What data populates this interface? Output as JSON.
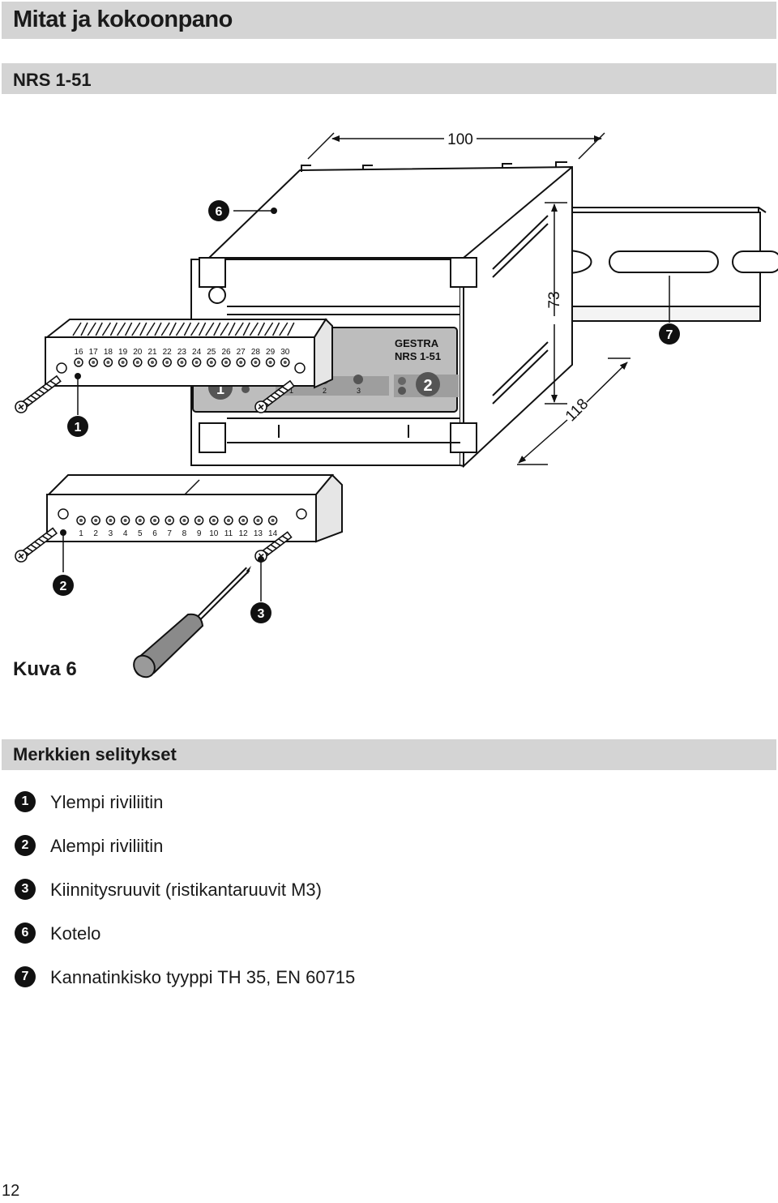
{
  "header": {
    "title": "Mitat ja kokoonpano",
    "subtitle": "NRS 1-51"
  },
  "figure": {
    "dimension_width": "100",
    "dimension_height": "73",
    "dimension_depth": "118",
    "device_brand": "GESTRA",
    "device_model": "NRS 1-51",
    "panel_numbers": [
      "1",
      "2",
      "3"
    ],
    "panel_badge_left": "1",
    "panel_badge_right": "2",
    "upper_terminals": [
      "16",
      "17",
      "18",
      "19",
      "20",
      "21",
      "22",
      "23",
      "24",
      "25",
      "26",
      "27",
      "28",
      "29",
      "30"
    ],
    "lower_terminals": [
      "1",
      "2",
      "3",
      "4",
      "5",
      "6",
      "7",
      "8",
      "9",
      "10",
      "11",
      "12",
      "13",
      "14"
    ],
    "callouts": {
      "c1": "1",
      "c2": "2",
      "c3": "3",
      "c6": "6",
      "c7": "7"
    },
    "caption": "Kuva 6"
  },
  "legend": {
    "title": "Merkkien selitykset",
    "items": [
      {
        "num": "1",
        "text": "Ylempi riviliitin"
      },
      {
        "num": "2",
        "text": "Alempi riviliitin"
      },
      {
        "num": "3",
        "text": "Kiinnitysruuvit (ristikantaruuvit M3)"
      },
      {
        "num": "6",
        "text": "Kotelo"
      },
      {
        "num": "7",
        "text": "Kannatinkisko tyyppi TH 35, EN 60715"
      }
    ]
  },
  "footer": {
    "page_number": "12"
  }
}
